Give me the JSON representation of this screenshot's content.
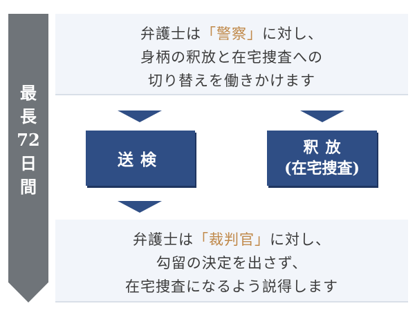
{
  "side_label": [
    "最",
    "長",
    "72",
    "日",
    "間"
  ],
  "top_box": {
    "line1_before": "弁護士は",
    "line1_highlight": "「警察」",
    "line1_after": "に対し、",
    "line2": "身柄の釈放と在宅捜査への",
    "line3": "切り替えを働きかけます"
  },
  "nodes": {
    "soken": "送検",
    "shakuho_line1": "釈放",
    "shakuho_line2": "(在宅捜査)"
  },
  "bottom_box": {
    "line1_before": "弁護士は",
    "line1_highlight": "「裁判官」",
    "line1_after": "に対し、",
    "line2": "勾留の決定を出さず、",
    "line3": "在宅捜査になるよう説得します"
  },
  "colors": {
    "side_banner": "#6f7479",
    "box_background": "#f2f5fa",
    "node_blue": "#2f4e85",
    "highlight": "#c0894a",
    "text": "#3c3c3c"
  }
}
